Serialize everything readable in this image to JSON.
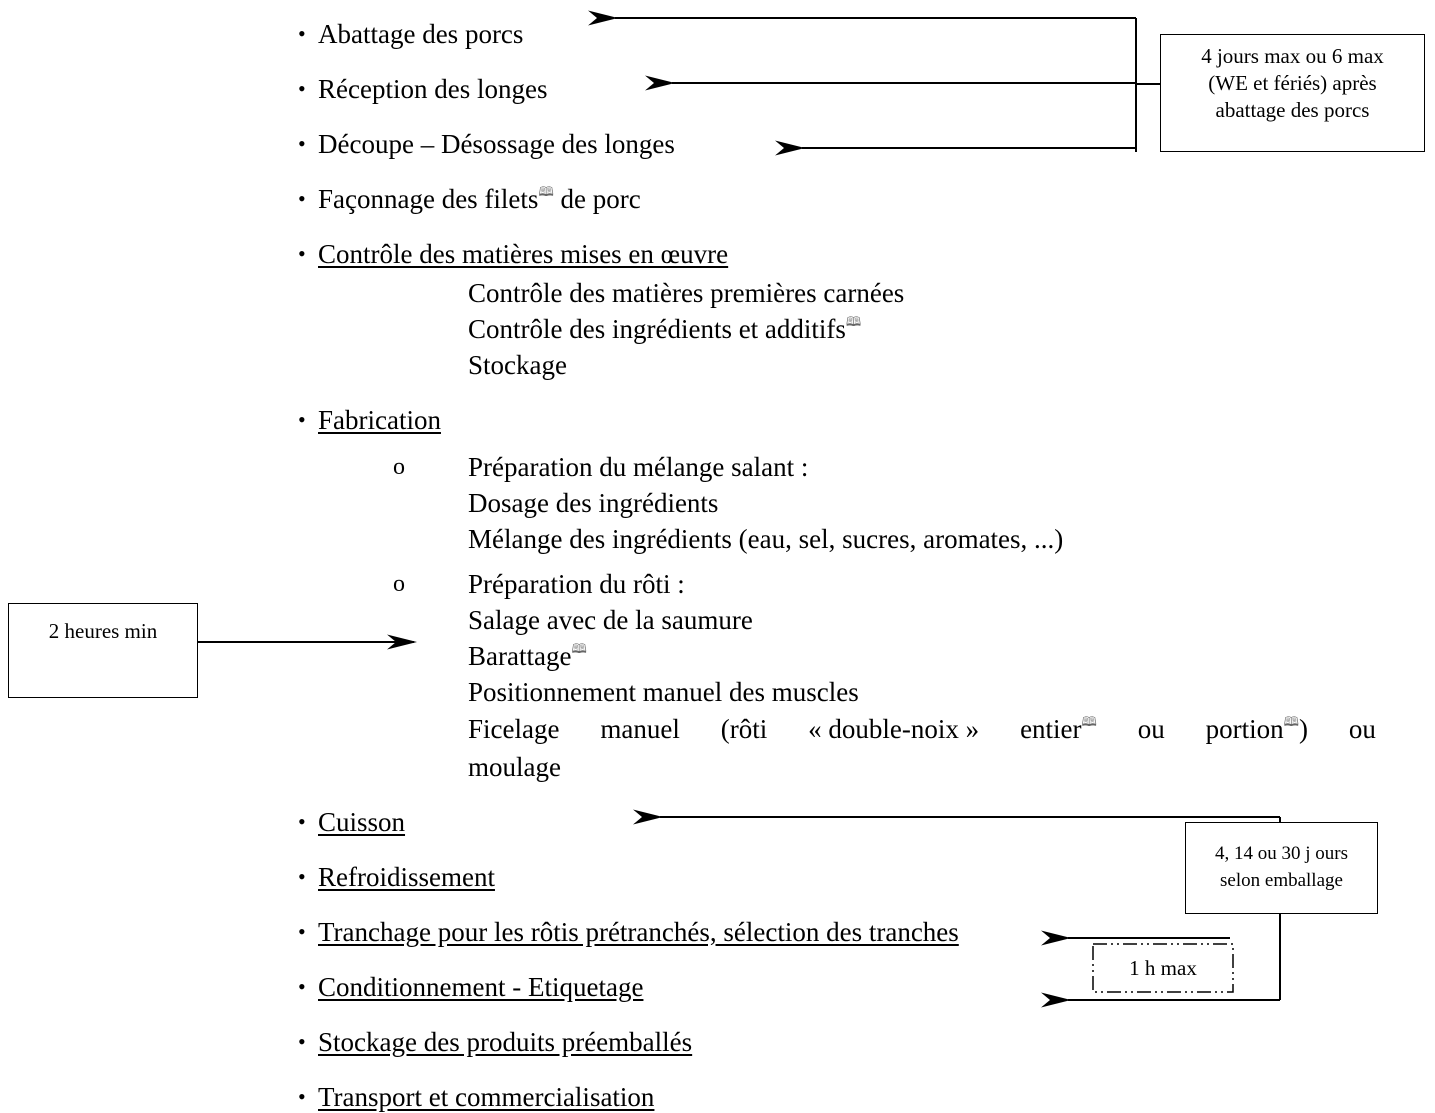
{
  "steps": [
    {
      "bullet": "•",
      "text": "Abattage des porcs"
    },
    {
      "bullet": "•",
      "text": "Réception des longes"
    },
    {
      "bullet": "•",
      "text": "Découpe – Désossage des longes"
    },
    {
      "bullet": "•",
      "text": "Façonnage des filets",
      "sup": "🕮",
      "rest": " de porc"
    },
    {
      "bullet": "•",
      "text": "Contrôle des matières mises en œuvre"
    },
    {
      "bullet": "•",
      "text": "Fabrication"
    },
    {
      "bullet": "•",
      "text": "Cuisson"
    },
    {
      "bullet": "•",
      "text": "Refroidissement"
    },
    {
      "bullet": "•",
      "text": "Tranchage pour les rôtis prétranchés, sélection des tranches"
    },
    {
      "bullet": "•",
      "text": "Conditionnement - Etiquetage"
    },
    {
      "bullet": "•",
      "text": "Stockage des produits préemballés"
    },
    {
      "bullet": "•",
      "text": "Transport et commercialisation"
    }
  ],
  "controle_sub": [
    {
      "text": "Contrôle des matières premières carnées"
    },
    {
      "text": "Contrôle des ingrédients et additifs",
      "sup": "🕮"
    },
    {
      "text": "Stockage"
    }
  ],
  "fabrication": {
    "group1": {
      "marker": "o",
      "title": "Préparation du mélange salant :",
      "items": [
        "Dosage des ingrédients",
        "Mélange des ingrédients (eau, sel, sucres, aromates, ...)"
      ]
    },
    "group2": {
      "marker": "o",
      "title": "Préparation du rôti :",
      "items": [
        {
          "text": "Salage avec de la saumure"
        },
        {
          "text": "Barattage",
          "sup": "🕮"
        },
        {
          "text": "Positionnement manuel des muscles"
        }
      ],
      "ficelage": {
        "w1": "Ficelage",
        "w2": "manuel",
        "w3": "(rôti",
        "w4": "« double-noix »",
        "w5": "entier",
        "sup1": "🕮",
        "w6": "ou",
        "w7": "portion",
        "sup2": "🕮",
        "w8": ")",
        "w9": "ou",
        "line2": "moulage"
      }
    }
  },
  "notes": {
    "delay_slaughter": [
      "4 jours max ou 6 max",
      "(WE et fériés) après",
      "abattage des porcs"
    ],
    "min_time": "2 heures min",
    "shelf_life": [
      "4, 14 ou 30 j ours",
      "selon emballage"
    ],
    "slice_pack": "1 h max"
  }
}
